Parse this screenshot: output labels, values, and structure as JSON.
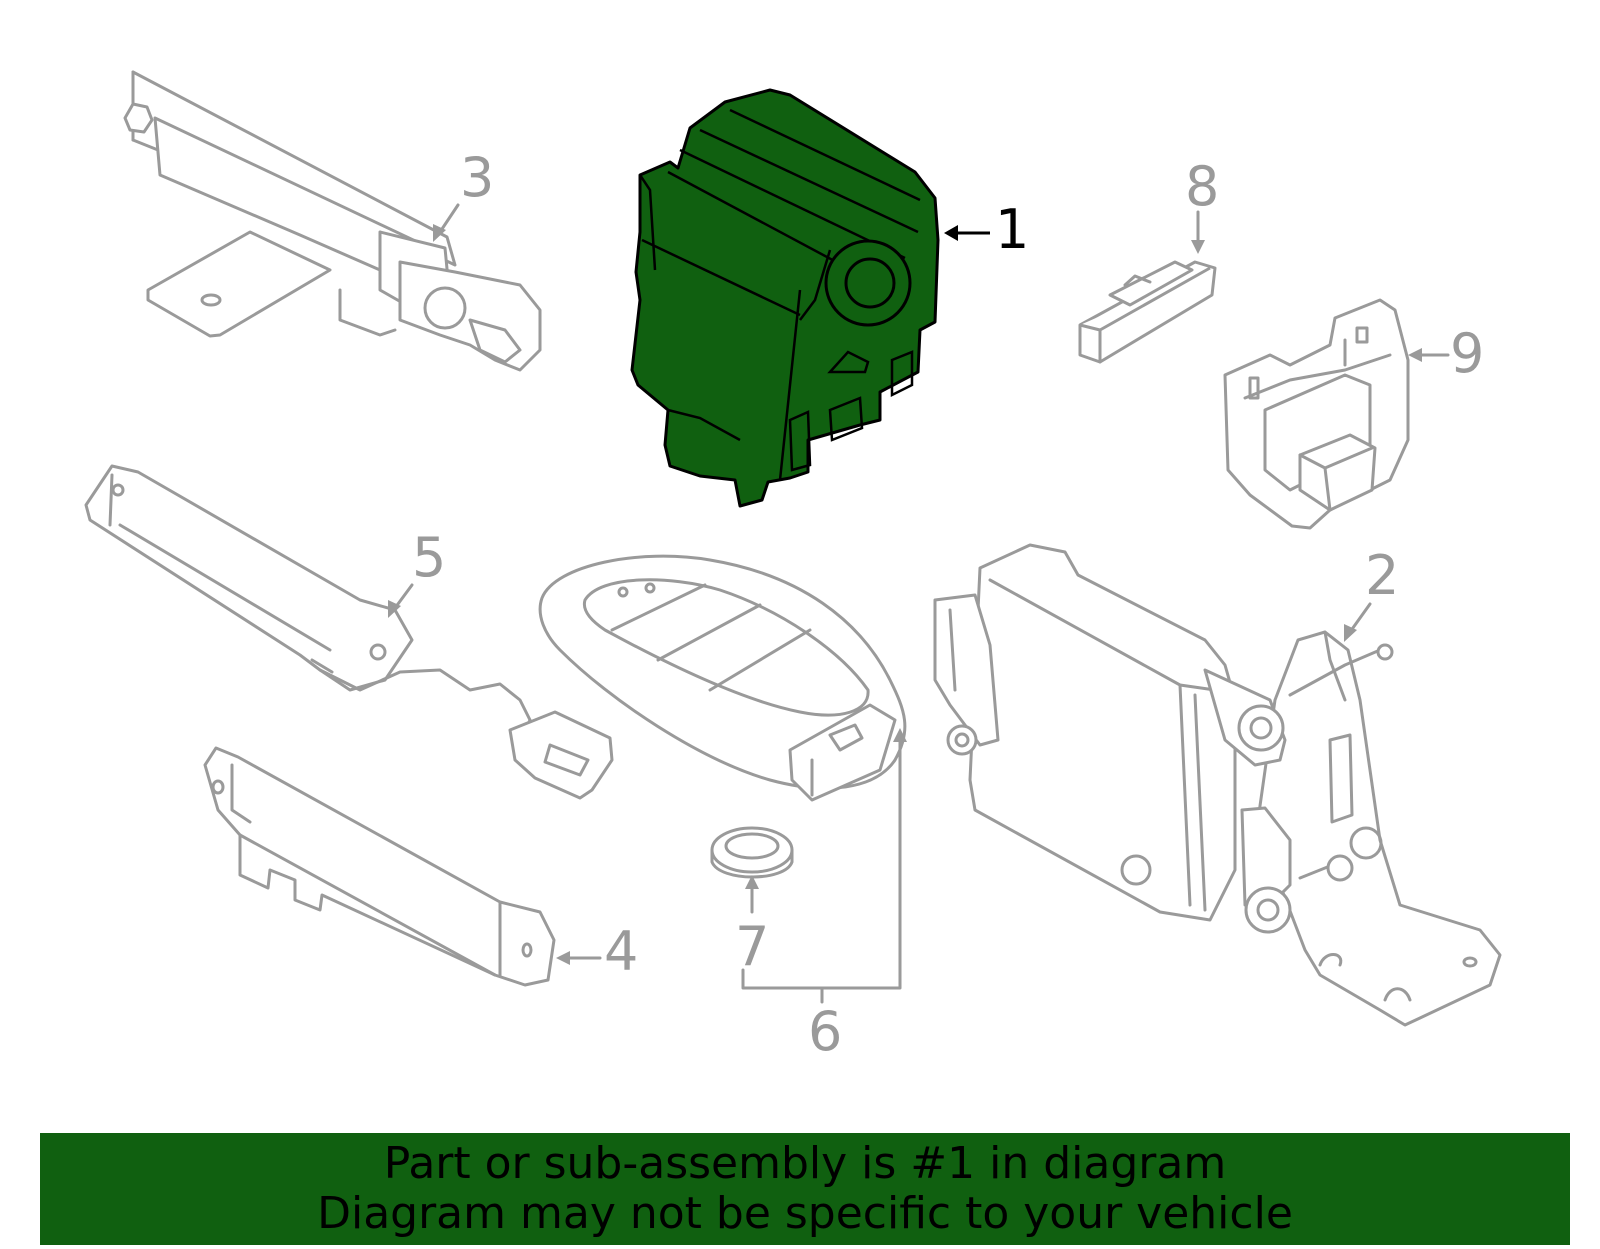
{
  "diagram": {
    "callouts": [
      "1",
      "2",
      "3",
      "4",
      "5",
      "6",
      "7",
      "8",
      "9"
    ],
    "selected_part": "1",
    "colors": {
      "highlight_fill": "#106010",
      "outline_gray": "#9a9a9a",
      "outline_black": "#000000",
      "banner_background": "#106010"
    }
  },
  "banner": {
    "line1": "Part or sub-assembly is #1 in diagram",
    "line2": "Diagram may not be specific to your vehicle"
  }
}
